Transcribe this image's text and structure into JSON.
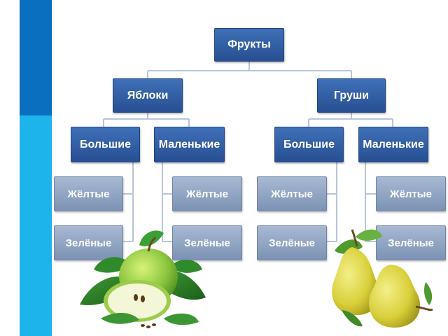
{
  "colors": {
    "stripe_dark": "#0a6fbf",
    "stripe_light": "#1cb4ea",
    "node_dark": "#2f5ea5",
    "node_light": "#92a6c6",
    "connector": "#b7c5da"
  },
  "tree": {
    "root": "Фрукты",
    "apples": {
      "label": "Яблоки",
      "big": {
        "label": "Большие",
        "yellow": "Жёлтые",
        "green": "Зелёные"
      },
      "small": {
        "label": "Маленькие",
        "yellow": "Жёлтые",
        "green": "Зелёные"
      }
    },
    "pears": {
      "label": "Груши",
      "big": {
        "label": "Большие",
        "yellow": "Жёлтые",
        "green": "Зелёные"
      },
      "small": {
        "label": "Маленькие",
        "yellow": "Жёлтые",
        "green": "Зелёные"
      }
    }
  },
  "illustrations": [
    "apple-illustration",
    "pear-illustration"
  ]
}
